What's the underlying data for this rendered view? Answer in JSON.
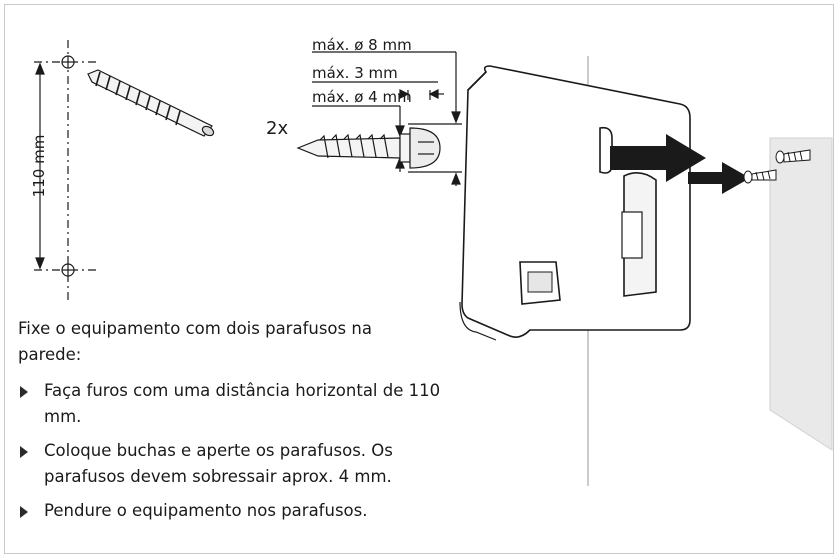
{
  "diagram": {
    "spacing_label": "110 mm",
    "head_diameter_label": "máx. ø 8 mm",
    "head_length_label": "máx. 3 mm",
    "shaft_diameter_label": "máx. ø 4 mm",
    "quantity_label": "2x"
  },
  "intro": "Fixe o equipamento com dois parafusos na parede:",
  "steps": [
    "Faça furos com uma distância horizontal de 110 mm.",
    "Coloque buchas e aperte os parafusos. Os parafusos devem sobressair aprox. 4 mm.",
    "Pendure o equipamento nos parafusos."
  ],
  "colors": {
    "arrow_fill": "#1a1a1a",
    "wall_fill": "#e9e9e9",
    "line": "#1a1a1a"
  }
}
